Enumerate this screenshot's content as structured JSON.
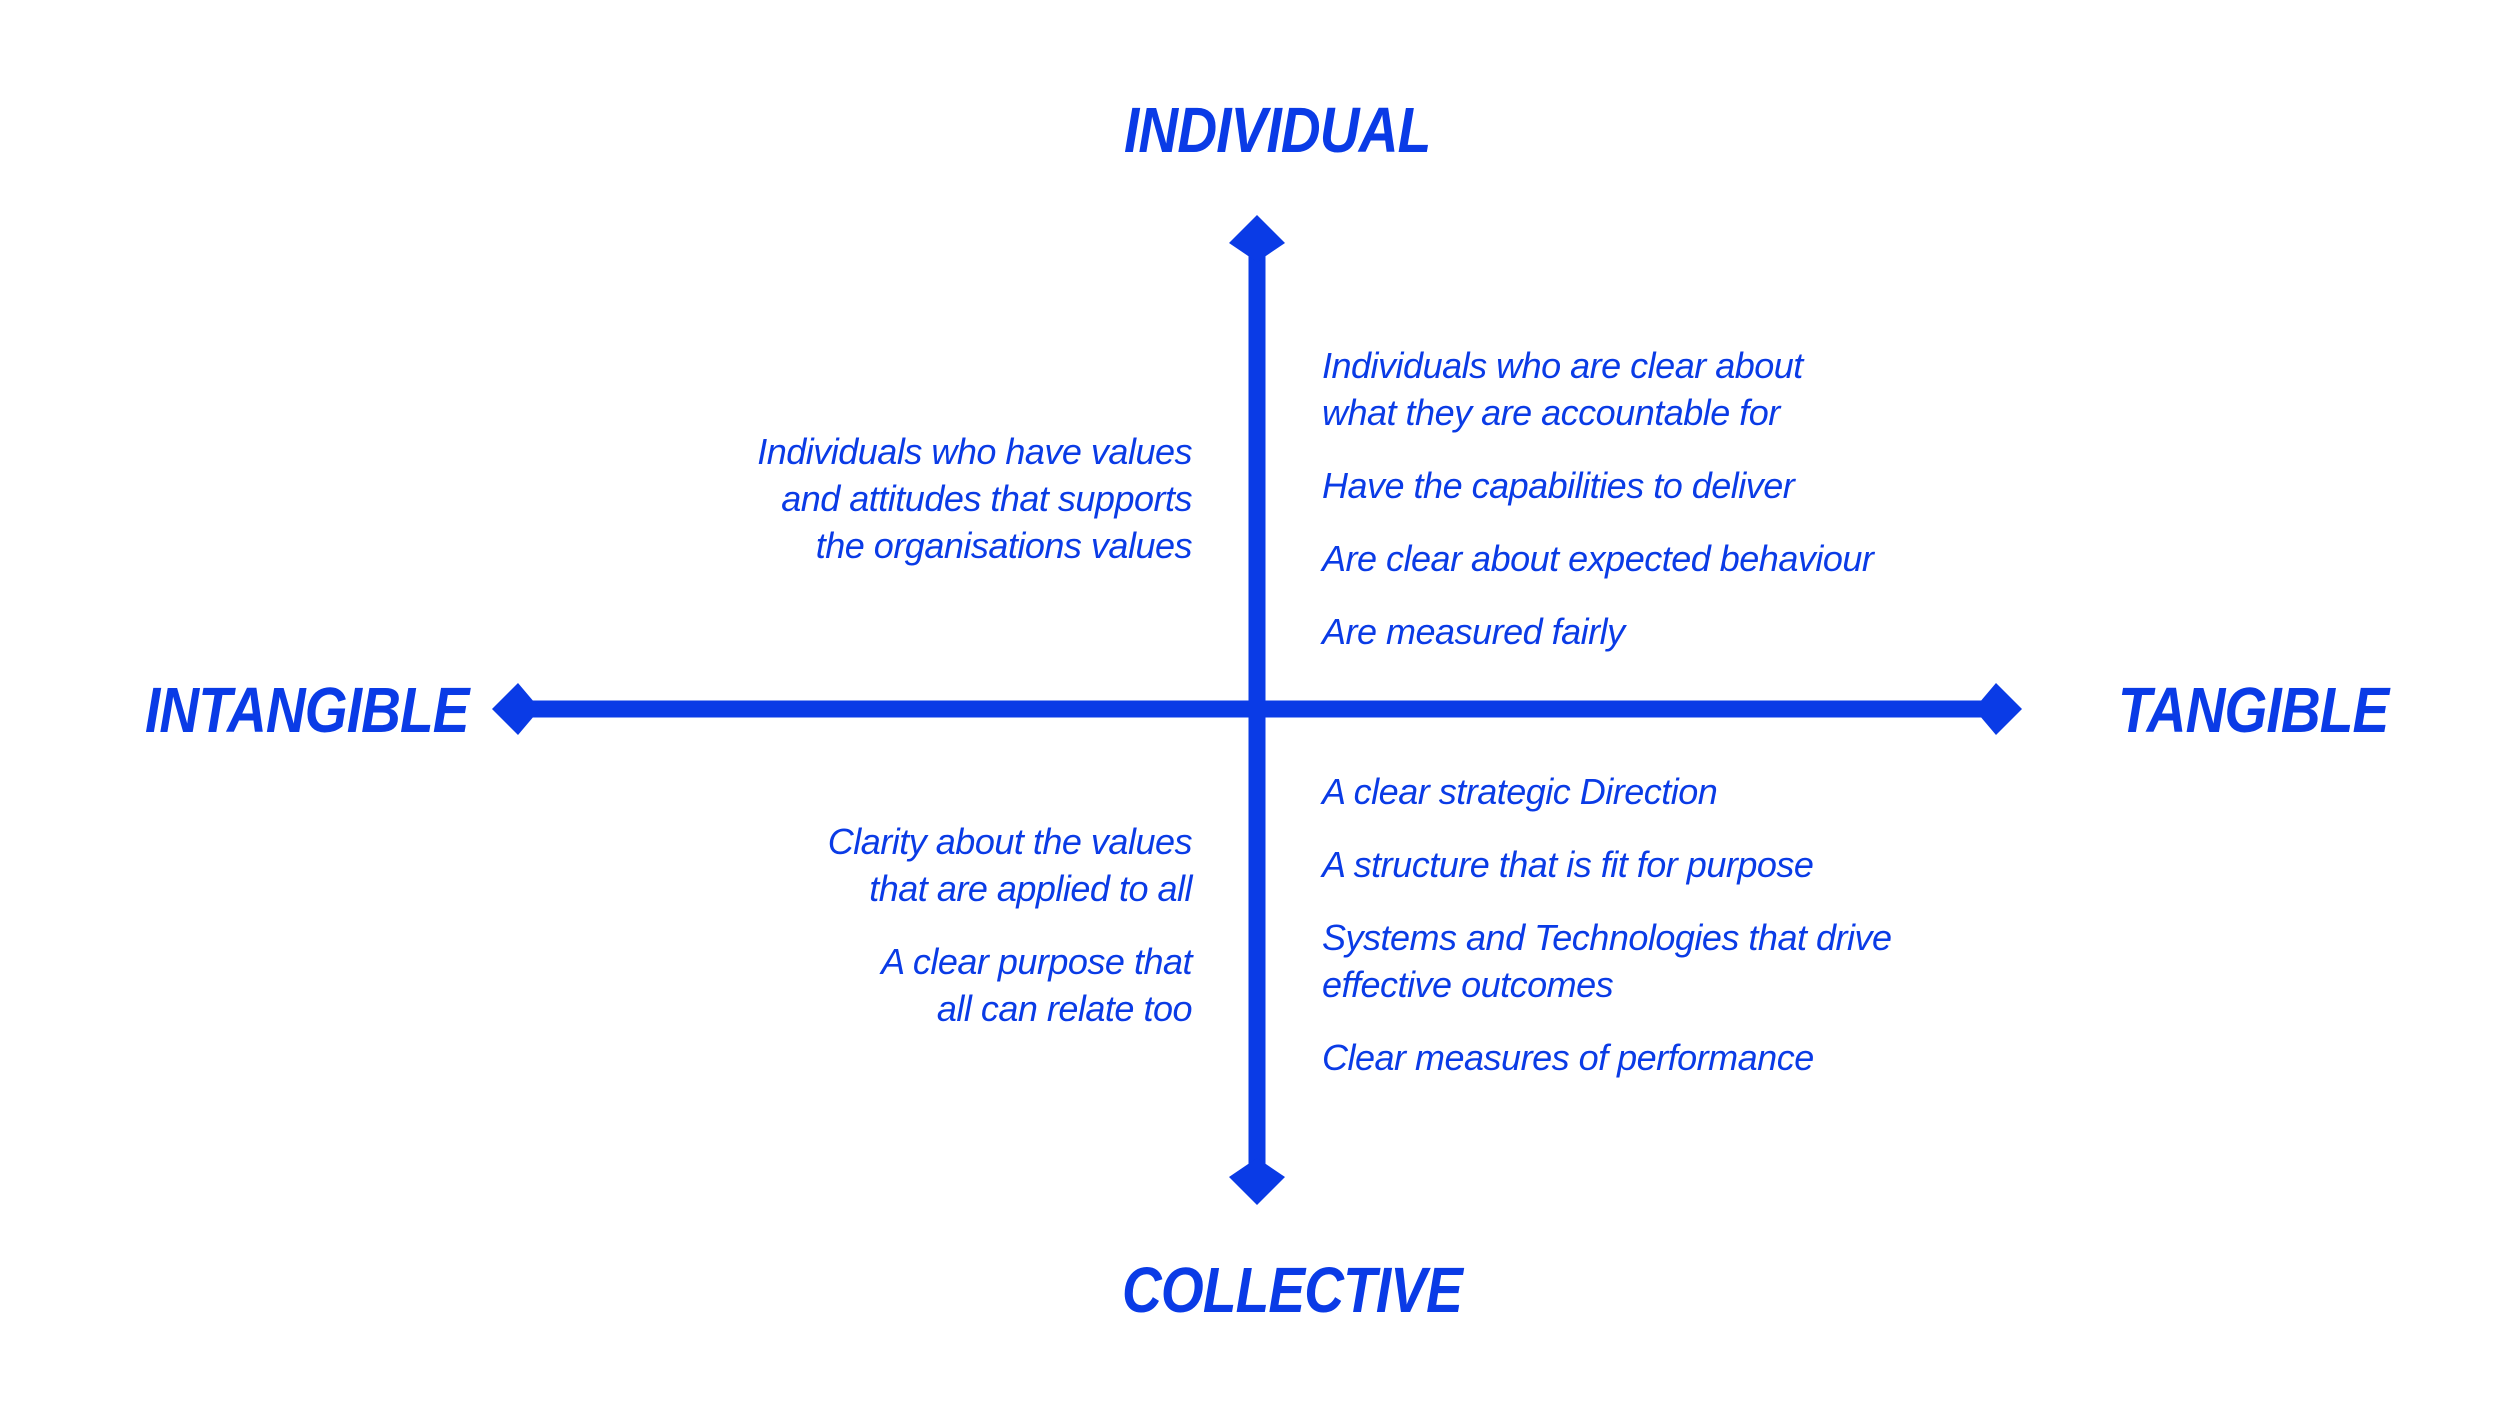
{
  "axes": {
    "top": "INDIVIDUAL",
    "bottom": "COLLECTIVE",
    "left": "INTANGIBLE",
    "right": "TANGIBLE"
  },
  "quadrants": {
    "top_left": {
      "items": [
        "Individuals who have values\nand attitudes that supports\nthe organisations values"
      ]
    },
    "top_right": {
      "items": [
        "Individuals who are clear about\nwhat they are accountable for",
        "Have the capabilities to deliver",
        "Are clear about expected behaviour",
        "Are measured fairly"
      ]
    },
    "bottom_left": {
      "items": [
        "Clarity about the values\nthat are applied to all",
        "A clear purpose that\nall can relate too"
      ]
    },
    "bottom_right": {
      "items": [
        "A clear strategic Direction",
        "A structure that is fit for purpose",
        "Systems and Technologies that drive\neffective outcomes",
        "Clear measures of performance"
      ]
    }
  },
  "colors": {
    "accent": "#0a3be6",
    "background": "#ffffff"
  }
}
